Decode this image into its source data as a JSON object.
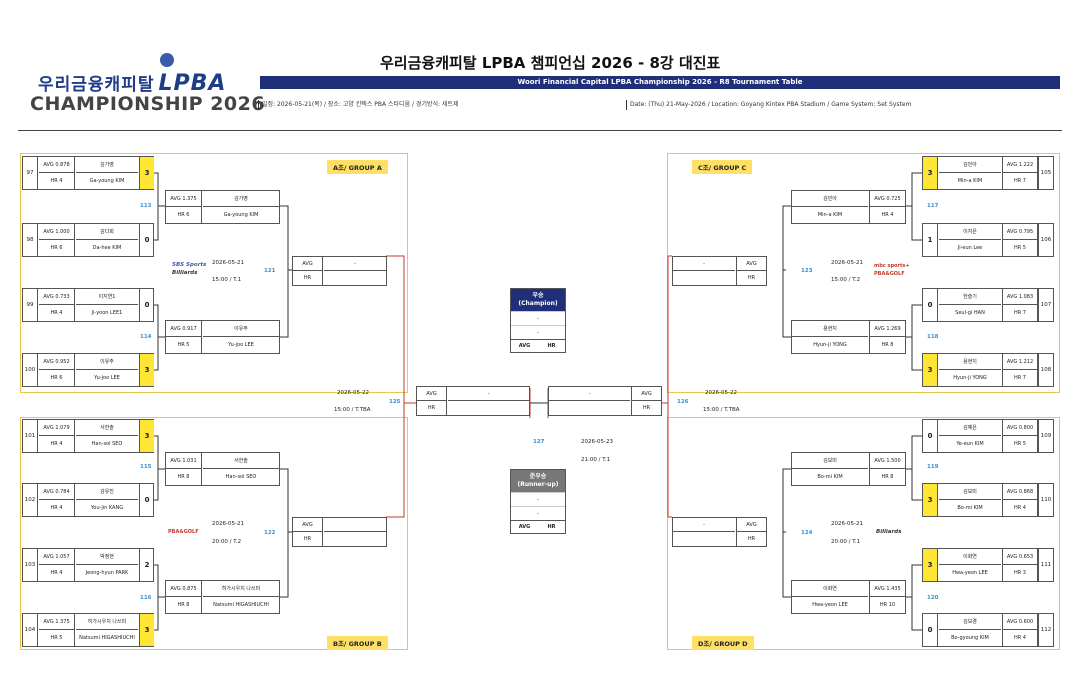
{
  "logo": {
    "korean": "우리금융캐피탈",
    "lpba": "LPBA",
    "championship": "CHAMPIONSHIP 2026"
  },
  "title": "우리금융캐피탈 LPBA 챔피언십 2026 - 8강 대진표",
  "subtitle": "Woori Financial Capital LPBA Championship 2026 - R8 Tournament Table",
  "info_kr": "일정: 2026-05-21(목) / 장소: 고양 킨텍스 PBA 스타디움 / 경기방식: 세트제",
  "info_en": "Date: (Thu) 21-May-2026 / Location: Goyang Kintex PBA Stadium / Game System: Set System",
  "groups": {
    "a": "A조/ GROUP A",
    "b": "B조/ GROUP B",
    "c": "C조/ GROUP C",
    "d": "D조/ GROUP D"
  },
  "players": {
    "p97": {
      "seed": "97",
      "avg": "AVG 0.878",
      "hr": "HR 4",
      "kor": "김가영",
      "eng": "Ga-young KIM",
      "score": "3"
    },
    "p98": {
      "seed": "98",
      "avg": "AVG 1.000",
      "hr": "HR 6",
      "kor": "김다희",
      "eng": "Da-hee KIM",
      "score": "0"
    },
    "p99": {
      "seed": "99",
      "avg": "AVG 0.733",
      "hr": "HR 4",
      "kor": "이지연1",
      "eng": "Ji-yoon LEE1",
      "score": "0"
    },
    "p100": {
      "seed": "100",
      "avg": "AVG 0.952",
      "hr": "HR 6",
      "kor": "이유주",
      "eng": "Yu-joo LEE",
      "score": "3"
    },
    "p101": {
      "seed": "101",
      "avg": "AVG 1.079",
      "hr": "HR 4",
      "kor": "서한솔",
      "eng": "Han-sol SEO",
      "score": "3"
    },
    "p102": {
      "seed": "102",
      "avg": "AVG 0.784",
      "hr": "HR 4",
      "kor": "강유진",
      "eng": "You-jin KANG",
      "score": "0"
    },
    "p103": {
      "seed": "103",
      "avg": "AVG 1.057",
      "hr": "HR 4",
      "kor": "박정현",
      "eng": "Jeong-hyun PARK",
      "score": "2"
    },
    "p104": {
      "seed": "104",
      "avg": "AVG 1.375",
      "hr": "HR 5",
      "kor": "히가시우치 나쓰미",
      "eng": "Natsumi HIGASHIUCHI",
      "score": "3"
    },
    "p105": {
      "seed": "105",
      "avg": "AVG 1.222",
      "hr": "HR 7",
      "kor": "김민아",
      "eng": "Min-a KIM",
      "score": "3"
    },
    "p106": {
      "seed": "106",
      "avg": "AVG 0.795",
      "hr": "HR 5",
      "kor": "이지은",
      "eng": "Ji-eun Lee",
      "score": "1"
    },
    "p107": {
      "seed": "107",
      "avg": "AVG 1.083",
      "hr": "HR 7",
      "kor": "한슬기",
      "eng": "Seul-gi HAN",
      "score": "0"
    },
    "p108": {
      "seed": "108",
      "avg": "AVG 1.212",
      "hr": "HR 7",
      "kor": "용현지",
      "eng": "Hyun-ji YONG",
      "score": "3"
    },
    "p109": {
      "seed": "109",
      "avg": "AVG 0.800",
      "hr": "HR 5",
      "kor": "김예은",
      "eng": "Ye-eun KIM",
      "score": "0"
    },
    "p110": {
      "seed": "110",
      "avg": "AVG 0.868",
      "hr": "HR 4",
      "kor": "김보미",
      "eng": "Bo-mi KIM",
      "score": "3"
    },
    "p111": {
      "seed": "111",
      "avg": "AVG 0.653",
      "hr": "HR 3",
      "kor": "이화연",
      "eng": "Hwa-yeon LEE",
      "score": "3"
    },
    "p112": {
      "seed": "112",
      "avg": "AVG 0.600",
      "hr": "HR 4",
      "kor": "김보경",
      "eng": "Bo-gyoung KIM",
      "score": "0"
    }
  },
  "qf": {
    "q113": {
      "avg": "AVG 1.375",
      "hr": "HR 6",
      "kor": "김가영",
      "eng": "Ga-young KIM"
    },
    "q114": {
      "avg": "AVG 0.917",
      "hr": "HR 5",
      "kor": "이유주",
      "eng": "Yu-joo LEE"
    },
    "q115": {
      "avg": "AVG 1.031",
      "hr": "HR 8",
      "kor": "서한솔",
      "eng": "Han-sol SEO"
    },
    "q116": {
      "avg": "AVG 0.875",
      "hr": "HR 8",
      "kor": "히가시우치 나쓰미",
      "eng": "Natsumi HIGASHIUCHI"
    },
    "q117": {
      "avg": "AVG 0.725",
      "hr": "HR 4",
      "kor": "김민아",
      "eng": "Min-a KIM"
    },
    "q118": {
      "avg": "AVG 1.269",
      "hr": "HR 8",
      "kor": "용현지",
      "eng": "Hyun-ji YONG"
    },
    "q119": {
      "avg": "AVG 1.500",
      "hr": "HR 8",
      "kor": "김보미",
      "eng": "Bo-mi KIM"
    },
    "q120": {
      "avg": "AVG 1.435",
      "hr": "HR 10",
      "kor": "이화연",
      "eng": "Hwa-yeon LEE"
    }
  },
  "blank": {
    "avg": "AVG",
    "hr": "HR",
    "dash": "-"
  },
  "matches": {
    "m113": "113",
    "m114": "114",
    "m115": "115",
    "m116": "116",
    "m117": "117",
    "m118": "118",
    "m119": "119",
    "m120": "120",
    "m121": "121",
    "m122": "122",
    "m123": "123",
    "m124": "124",
    "m125": "125",
    "m126": "126",
    "m127": "127"
  },
  "schedule": {
    "d21": "2026-05-21",
    "t121": "15:00 / T.1",
    "t122": "20:00 / T.2",
    "t123": "15:00 / T.2",
    "t124": "20:00 / T.1",
    "d22": "2026-05-22",
    "t125": "15:00 / T.TBA",
    "t126": "15:00 / T.TBA",
    "d23": "2026-05-23",
    "t127": "21:00 / T.1"
  },
  "brands": {
    "sbs": "SBS Sports",
    "billiards": "Billiards",
    "mbc": "mbc sports+",
    "pbagolf": "PBA&GOLF"
  },
  "champion": {
    "kor": "우승",
    "eng": "(Champion)",
    "dash1": "-",
    "dash2": "-",
    "avg": "AVG",
    "hr": "HR"
  },
  "runnerup": {
    "kor": "준우승",
    "eng": "(Runner-up)",
    "dash1": "-",
    "dash2": "-",
    "avg": "AVG",
    "hr": "HR"
  },
  "colors": {
    "navy": "#1f2f7a",
    "gold": "#ffe633",
    "groupBorder": "#e8c84a",
    "red": "#c0392b",
    "blueNum": "#3a8fd0",
    "gray": "#777777"
  }
}
